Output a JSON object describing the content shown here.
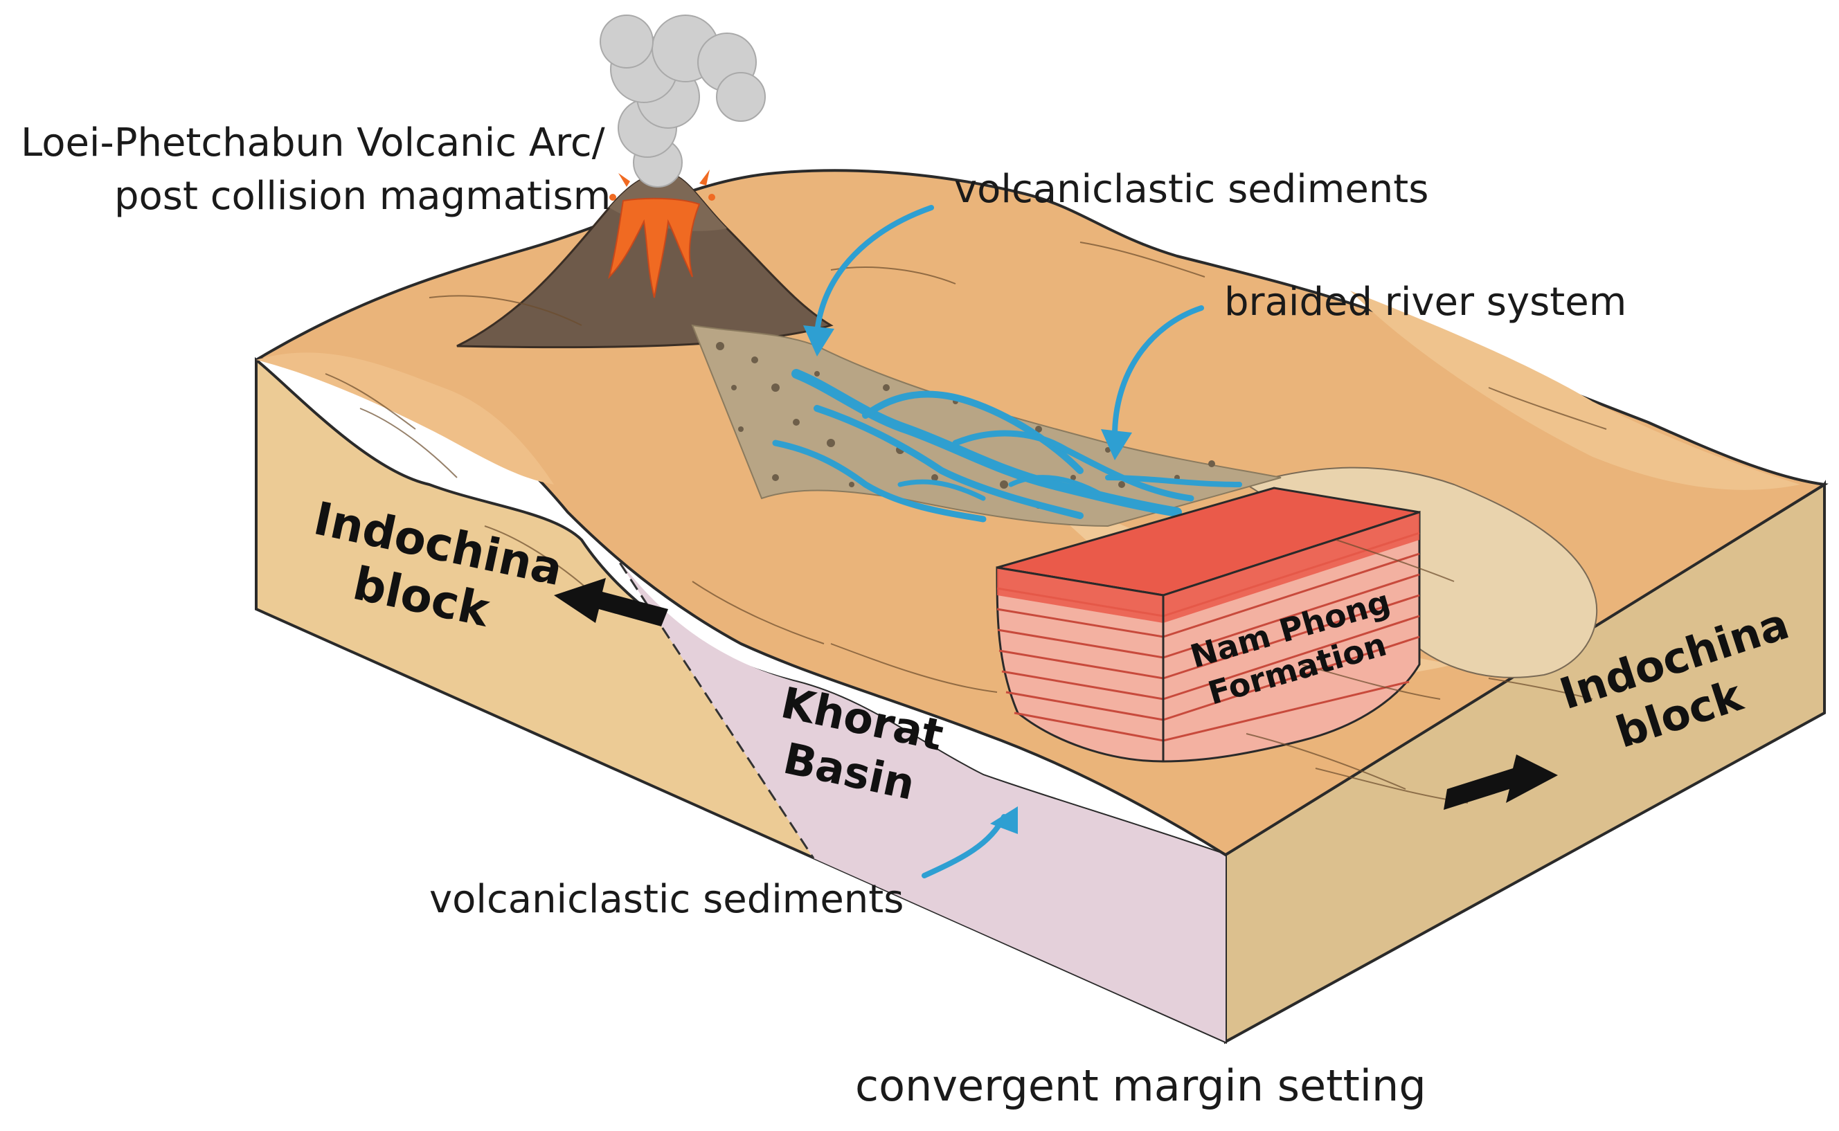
{
  "labels": {
    "volcano_line1": "Loei-Phetchabun Volcanic Arc/",
    "volcano_line2": "post collision magmatism",
    "volcaniclastic_top": "volcaniclastic sediments",
    "braided_river": "braided river system",
    "volcaniclastic_bottom": "volcaniclastic sediments",
    "convergent": "convergent margin setting"
  },
  "blocks": {
    "left_line1": "Indochina",
    "left_line2": "block",
    "right_line1": "Indochina",
    "right_line2": "block",
    "basin_line1": "Khorat",
    "basin_line2": "Basin",
    "formation_line1": "Nam Phong",
    "formation_line2": "Formation"
  },
  "colors": {
    "sand_top": "#eab47a",
    "sand_side": "#eccb95",
    "right_side": "#dcc08e",
    "basin_fill": "#e4d0da",
    "river_blue": "#2f9fd0",
    "arrow_blue": "#2e9fd2",
    "gravel": "#b8a585",
    "formation_red": "#ea5a4a",
    "formation_pink": "#f3b1a1",
    "volcano_brown": "#6e5a4a",
    "lava_orange": "#f06a22",
    "smoke_grey": "#cfcfcf"
  }
}
